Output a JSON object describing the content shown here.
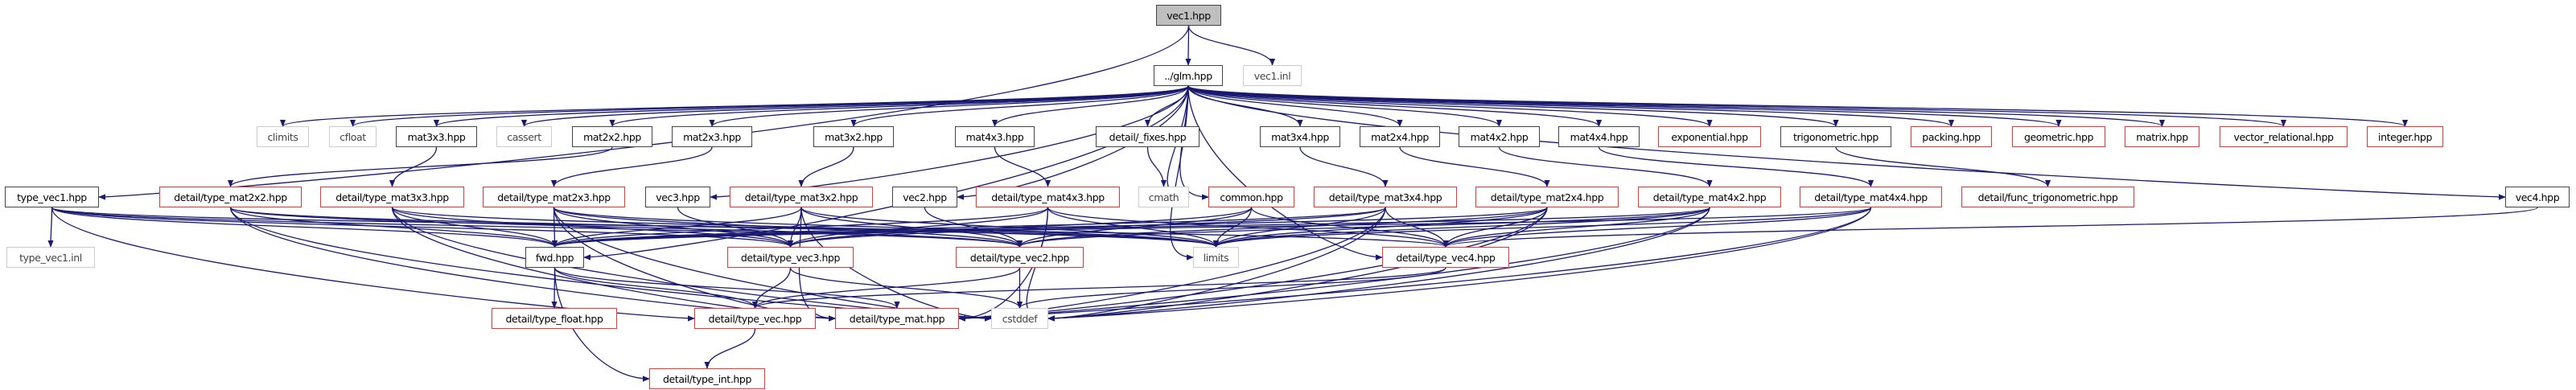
{
  "colors": {
    "edge": "#191970",
    "root_fill": "#bfbfbf",
    "documented_border": "#444444",
    "truncated_border": "#ff3030",
    "system_border": "#cccccc"
  },
  "nodes": [
    {
      "id": "vec1",
      "label": "vec1.hpp",
      "kind": "root"
    },
    {
      "id": "glm",
      "label": "../glm.hpp",
      "kind": "documented"
    },
    {
      "id": "vec1inl",
      "label": "vec1.inl",
      "kind": "system"
    },
    {
      "id": "type_vec1",
      "label": "type_vec1.hpp",
      "kind": "documented"
    },
    {
      "id": "type_vec1inl",
      "label": "type_vec1.inl",
      "kind": "system"
    },
    {
      "id": "climits",
      "label": "climits",
      "kind": "system"
    },
    {
      "id": "cfloat",
      "label": "cfloat",
      "kind": "system"
    },
    {
      "id": "mat3x3",
      "label": "mat3x3.hpp",
      "kind": "documented"
    },
    {
      "id": "cassert",
      "label": "cassert",
      "kind": "system"
    },
    {
      "id": "mat2x2",
      "label": "mat2x2.hpp",
      "kind": "documented"
    },
    {
      "id": "mat2x3",
      "label": "mat2x3.hpp",
      "kind": "documented"
    },
    {
      "id": "mat3x2",
      "label": "mat3x2.hpp",
      "kind": "documented"
    },
    {
      "id": "mat4x3",
      "label": "mat4x3.hpp",
      "kind": "documented"
    },
    {
      "id": "fixes",
      "label": "detail/_fixes.hpp",
      "kind": "documented"
    },
    {
      "id": "mat3x4",
      "label": "mat3x4.hpp",
      "kind": "documented"
    },
    {
      "id": "mat2x4",
      "label": "mat2x4.hpp",
      "kind": "documented"
    },
    {
      "id": "mat4x2",
      "label": "mat4x2.hpp",
      "kind": "documented"
    },
    {
      "id": "mat4x4",
      "label": "mat4x4.hpp",
      "kind": "documented"
    },
    {
      "id": "exponential",
      "label": "exponential.hpp",
      "kind": "truncated"
    },
    {
      "id": "trigonometric",
      "label": "trigonometric.hpp",
      "kind": "documented"
    },
    {
      "id": "packing",
      "label": "packing.hpp",
      "kind": "truncated"
    },
    {
      "id": "geometric",
      "label": "geometric.hpp",
      "kind": "truncated"
    },
    {
      "id": "matrix",
      "label": "matrix.hpp",
      "kind": "truncated"
    },
    {
      "id": "vector_relational",
      "label": "vector_relational.hpp",
      "kind": "truncated"
    },
    {
      "id": "integer",
      "label": "integer.hpp",
      "kind": "truncated"
    },
    {
      "id": "t_mat2x2",
      "label": "detail/type_mat2x2.hpp",
      "kind": "truncated"
    },
    {
      "id": "t_mat3x3",
      "label": "detail/type_mat3x3.hpp",
      "kind": "truncated"
    },
    {
      "id": "t_mat2x3",
      "label": "detail/type_mat2x3.hpp",
      "kind": "truncated"
    },
    {
      "id": "vec3",
      "label": "vec3.hpp",
      "kind": "documented"
    },
    {
      "id": "t_mat3x2",
      "label": "detail/type_mat3x2.hpp",
      "kind": "truncated"
    },
    {
      "id": "vec2",
      "label": "vec2.hpp",
      "kind": "documented"
    },
    {
      "id": "t_mat4x3",
      "label": "detail/type_mat4x3.hpp",
      "kind": "truncated"
    },
    {
      "id": "cmath",
      "label": "cmath",
      "kind": "system"
    },
    {
      "id": "common",
      "label": "common.hpp",
      "kind": "truncated"
    },
    {
      "id": "t_mat3x4",
      "label": "detail/type_mat3x4.hpp",
      "kind": "truncated"
    },
    {
      "id": "t_mat2x4",
      "label": "detail/type_mat2x4.hpp",
      "kind": "truncated"
    },
    {
      "id": "t_mat4x2",
      "label": "detail/type_mat4x2.hpp",
      "kind": "truncated"
    },
    {
      "id": "t_mat4x4",
      "label": "detail/type_mat4x4.hpp",
      "kind": "truncated"
    },
    {
      "id": "func_trig",
      "label": "detail/func_trigonometric.hpp",
      "kind": "truncated"
    },
    {
      "id": "vec4",
      "label": "vec4.hpp",
      "kind": "documented"
    },
    {
      "id": "fwd",
      "label": "fwd.hpp",
      "kind": "documented"
    },
    {
      "id": "t_vec3",
      "label": "detail/type_vec3.hpp",
      "kind": "truncated"
    },
    {
      "id": "t_vec2",
      "label": "detail/type_vec2.hpp",
      "kind": "truncated"
    },
    {
      "id": "limits",
      "label": "limits",
      "kind": "system"
    },
    {
      "id": "t_vec4",
      "label": "detail/type_vec4.hpp",
      "kind": "truncated"
    },
    {
      "id": "t_float",
      "label": "detail/type_float.hpp",
      "kind": "truncated"
    },
    {
      "id": "t_vec",
      "label": "detail/type_vec.hpp",
      "kind": "truncated"
    },
    {
      "id": "t_mat",
      "label": "detail/type_mat.hpp",
      "kind": "truncated"
    },
    {
      "id": "cstddef",
      "label": "cstddef",
      "kind": "system"
    },
    {
      "id": "t_int",
      "label": "detail/type_int.hpp",
      "kind": "truncated"
    }
  ],
  "edges": [
    [
      "vec1",
      "glm"
    ],
    [
      "vec1",
      "vec1inl"
    ],
    [
      "vec1",
      "type_vec1"
    ],
    [
      "glm",
      "climits"
    ],
    [
      "glm",
      "cfloat"
    ],
    [
      "glm",
      "mat3x3"
    ],
    [
      "glm",
      "cassert"
    ],
    [
      "glm",
      "mat2x2"
    ],
    [
      "glm",
      "mat2x3"
    ],
    [
      "glm",
      "mat3x2"
    ],
    [
      "glm",
      "mat4x3"
    ],
    [
      "glm",
      "fixes"
    ],
    [
      "glm",
      "mat3x4"
    ],
    [
      "glm",
      "mat2x4"
    ],
    [
      "glm",
      "mat4x2"
    ],
    [
      "glm",
      "mat4x4"
    ],
    [
      "glm",
      "exponential"
    ],
    [
      "glm",
      "trigonometric"
    ],
    [
      "glm",
      "packing"
    ],
    [
      "glm",
      "geometric"
    ],
    [
      "glm",
      "matrix"
    ],
    [
      "glm",
      "vector_relational"
    ],
    [
      "glm",
      "integer"
    ],
    [
      "glm",
      "vec4"
    ],
    [
      "glm",
      "vec3"
    ],
    [
      "glm",
      "vec2"
    ],
    [
      "glm",
      "cmath"
    ],
    [
      "glm",
      "common"
    ],
    [
      "glm",
      "fwd"
    ],
    [
      "glm",
      "limits"
    ],
    [
      "glm",
      "t_vec4"
    ],
    [
      "type_vec1",
      "type_vec1inl"
    ],
    [
      "type_vec1",
      "fwd"
    ],
    [
      "type_vec1",
      "t_vec"
    ],
    [
      "type_vec1",
      "t_vec2"
    ],
    [
      "type_vec1",
      "t_vec3"
    ],
    [
      "type_vec1",
      "t_vec4"
    ],
    [
      "mat3x3",
      "t_mat3x3"
    ],
    [
      "mat2x2",
      "t_mat2x2"
    ],
    [
      "mat2x3",
      "t_mat2x3"
    ],
    [
      "mat3x2",
      "t_mat3x2"
    ],
    [
      "mat4x3",
      "t_mat4x3"
    ],
    [
      "fixes",
      "cmath"
    ],
    [
      "mat3x4",
      "t_mat3x4"
    ],
    [
      "mat2x4",
      "t_mat2x4"
    ],
    [
      "mat4x2",
      "t_mat4x2"
    ],
    [
      "mat4x4",
      "t_mat4x4"
    ],
    [
      "trigonometric",
      "func_trig"
    ],
    [
      "vec3",
      "t_vec3"
    ],
    [
      "vec2",
      "t_vec2"
    ],
    [
      "vec4",
      "t_vec4"
    ],
    [
      "common",
      "limits"
    ],
    [
      "common",
      "t_vec2"
    ],
    [
      "common",
      "t_vec3"
    ],
    [
      "common",
      "t_vec4"
    ],
    [
      "t_mat2x2",
      "fwd"
    ],
    [
      "t_mat2x2",
      "t_vec2"
    ],
    [
      "t_mat2x2",
      "limits"
    ],
    [
      "t_mat2x2",
      "cstddef"
    ],
    [
      "t_mat2x2",
      "t_mat"
    ],
    [
      "t_mat3x3",
      "fwd"
    ],
    [
      "t_mat3x3",
      "t_vec3"
    ],
    [
      "t_mat3x3",
      "limits"
    ],
    [
      "t_mat3x3",
      "cstddef"
    ],
    [
      "t_mat3x3",
      "t_mat"
    ],
    [
      "t_mat2x3",
      "fwd"
    ],
    [
      "t_mat2x3",
      "t_vec2"
    ],
    [
      "t_mat2x3",
      "t_vec3"
    ],
    [
      "t_mat2x3",
      "limits"
    ],
    [
      "t_mat2x3",
      "cstddef"
    ],
    [
      "t_mat2x3",
      "t_mat"
    ],
    [
      "t_mat3x2",
      "fwd"
    ],
    [
      "t_mat3x2",
      "t_vec2"
    ],
    [
      "t_mat3x2",
      "t_vec3"
    ],
    [
      "t_mat3x2",
      "limits"
    ],
    [
      "t_mat3x2",
      "cstddef"
    ],
    [
      "t_mat3x2",
      "t_mat"
    ],
    [
      "t_mat4x3",
      "fwd"
    ],
    [
      "t_mat4x3",
      "t_vec3"
    ],
    [
      "t_mat4x3",
      "t_vec4"
    ],
    [
      "t_mat4x3",
      "limits"
    ],
    [
      "t_mat4x3",
      "cstddef"
    ],
    [
      "t_mat4x3",
      "t_mat"
    ],
    [
      "t_mat3x4",
      "fwd"
    ],
    [
      "t_mat3x4",
      "t_vec3"
    ],
    [
      "t_mat3x4",
      "t_vec4"
    ],
    [
      "t_mat3x4",
      "limits"
    ],
    [
      "t_mat3x4",
      "cstddef"
    ],
    [
      "t_mat3x4",
      "t_mat"
    ],
    [
      "t_mat2x4",
      "fwd"
    ],
    [
      "t_mat2x4",
      "t_vec2"
    ],
    [
      "t_mat2x4",
      "t_vec4"
    ],
    [
      "t_mat2x4",
      "limits"
    ],
    [
      "t_mat2x4",
      "cstddef"
    ],
    [
      "t_mat2x4",
      "t_mat"
    ],
    [
      "t_mat4x2",
      "fwd"
    ],
    [
      "t_mat4x2",
      "t_vec2"
    ],
    [
      "t_mat4x2",
      "t_vec4"
    ],
    [
      "t_mat4x2",
      "limits"
    ],
    [
      "t_mat4x2",
      "cstddef"
    ],
    [
      "t_mat4x2",
      "t_mat"
    ],
    [
      "t_mat4x4",
      "fwd"
    ],
    [
      "t_mat4x4",
      "t_vec4"
    ],
    [
      "t_mat4x4",
      "limits"
    ],
    [
      "t_mat4x4",
      "cstddef"
    ],
    [
      "t_mat4x4",
      "t_mat"
    ],
    [
      "t_vec3",
      "t_vec"
    ],
    [
      "t_vec3",
      "cstddef"
    ],
    [
      "t_vec2",
      "t_vec"
    ],
    [
      "t_vec2",
      "cstddef"
    ],
    [
      "t_vec4",
      "t_vec"
    ],
    [
      "t_vec4",
      "cstddef"
    ],
    [
      "fwd",
      "t_float"
    ],
    [
      "fwd",
      "t_int"
    ],
    [
      "fwd",
      "t_vec"
    ],
    [
      "fwd",
      "t_mat"
    ],
    [
      "t_vec",
      "t_int"
    ]
  ]
}
